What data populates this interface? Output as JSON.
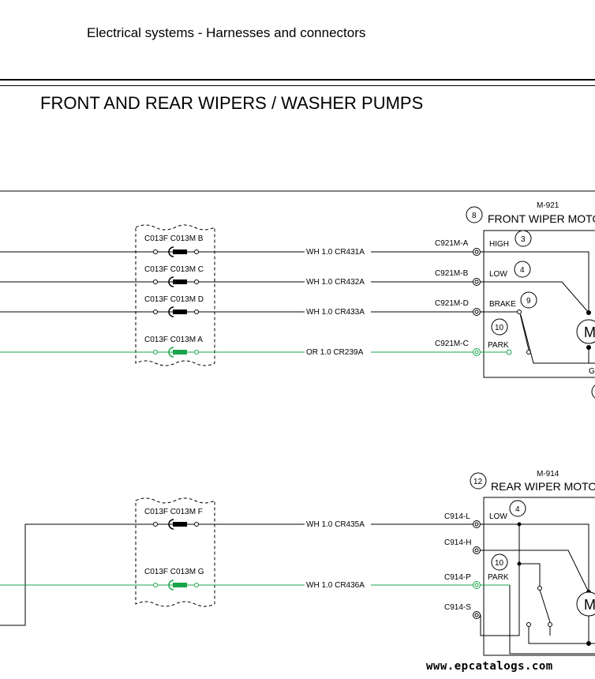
{
  "header": {
    "title": "Electrical systems - Harnesses and connectors"
  },
  "section": {
    "title": "FRONT AND REAR WIPERS / WASHER PUMPS"
  },
  "watermark": {
    "text": "www.epcatalogs.com"
  },
  "colors": {
    "wire": "#000000",
    "green_wire": "#1aa54b"
  },
  "front": {
    "id": "M-921",
    "title": "FRONT WIPER MOTO",
    "badge": "8",
    "extra_label": "G",
    "connectors": [
      {
        "label": "C013F C013M B",
        "wire": "WH 1.0 CR431A",
        "pin": "C921M-A",
        "term": "HIGH",
        "badge": "3",
        "color": "black"
      },
      {
        "label": "C013F C013M C",
        "wire": "WH 1.0 CR432A",
        "pin": "C921M-B",
        "term": "LOW",
        "badge": "4",
        "color": "black"
      },
      {
        "label": "C013F C013M D",
        "wire": "WH 1.0 CR433A",
        "pin": "C921M-D",
        "term": "BRAKE",
        "badge": "9",
        "color": "black"
      },
      {
        "label": "C013F C013M A",
        "wire": "OR 1.0 CR239A",
        "pin": "C921M-C",
        "term": "PARK",
        "badge": "10",
        "color": "green"
      }
    ]
  },
  "rear": {
    "id": "M-914",
    "title": "REAR WIPER MOTO",
    "badge": "12",
    "connectors": [
      {
        "label": "C013F C013M F",
        "wire": "WH 1.0 CR435A",
        "color": "black"
      },
      {
        "label": "C013F C013M G",
        "wire": "WH 1.0 CR436A",
        "color": "green"
      }
    ],
    "pins": [
      {
        "pin": "C914-L",
        "term": "LOW",
        "badge": "4"
      },
      {
        "pin": "C914-H",
        "term": "",
        "badge": ""
      },
      {
        "pin": "C914-P",
        "term": "PARK",
        "badge": "10"
      },
      {
        "pin": "C914-S",
        "term": "",
        "badge": ""
      }
    ]
  },
  "motor_symbol": "M"
}
